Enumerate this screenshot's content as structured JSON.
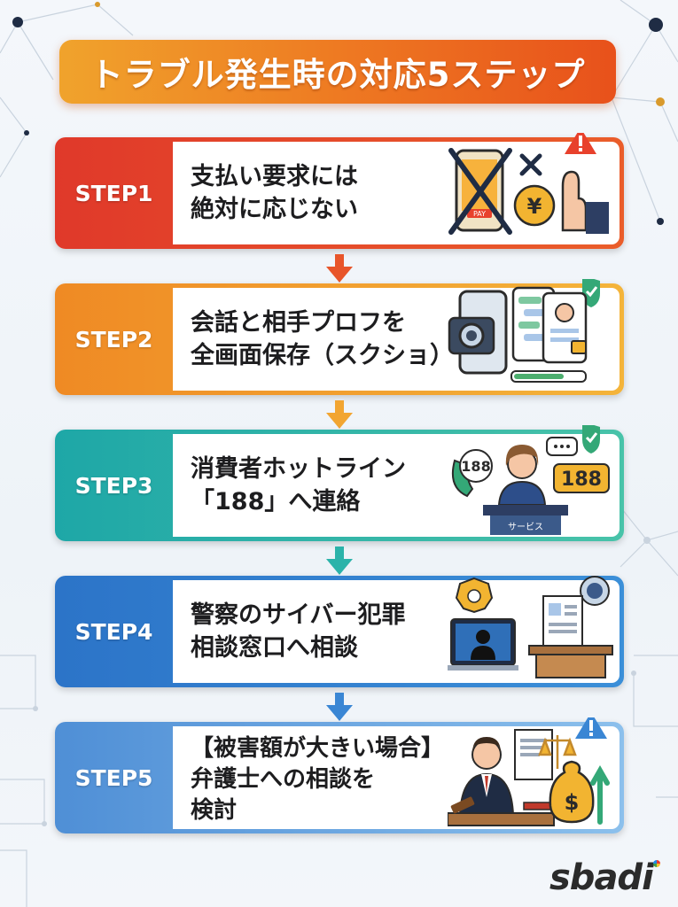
{
  "title": "トラブル発生時の対応5ステップ",
  "steps": [
    {
      "label": "STEP1",
      "lines": [
        "支払い要求には",
        "絶対に応じない"
      ],
      "illustration": "no-payment-phone-yen-hand",
      "color": "#e0392a"
    },
    {
      "label": "STEP2",
      "lines": [
        "会話と相手プロフを",
        "全画面保存（スクショ）"
      ],
      "illustration": "camera-phone-screenshot",
      "color": "#ef8a24"
    },
    {
      "label": "STEP3",
      "lines": [
        "消費者ホットライン",
        "「188」へ連絡"
      ],
      "illustration": "hotline-operator",
      "color": "#1ea7a7",
      "badges": {
        "phone_number": "188",
        "bubble_number": "188",
        "desk_sign": "サービス"
      }
    },
    {
      "label": "STEP4",
      "lines": [
        "警察のサイバー犯罪",
        "相談窓口へ相談"
      ],
      "illustration": "police-cyber-crime",
      "color": "#2c74c8"
    },
    {
      "label": "STEP5",
      "lines": [
        "【被害額が大きい場合】",
        "弁護士への相談を",
        "検討"
      ],
      "illustration": "lawyer-scales-money",
      "color": "#4f8fd6"
    }
  ],
  "step1_icon_text": "PAY",
  "logo": "sbadi"
}
